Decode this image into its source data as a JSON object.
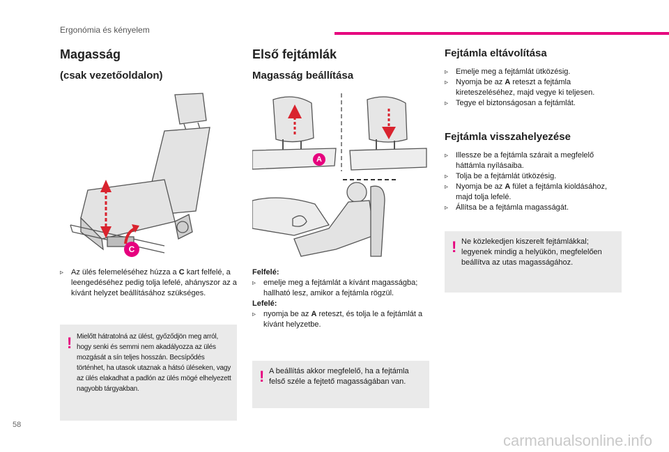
{
  "header": {
    "section": "Ergonómia és kényelem"
  },
  "page_number": "58",
  "watermark": "carmanualsonline.info",
  "col1": {
    "title": "Magasság",
    "subtitle": "(csak vezetőoldalon)",
    "label_c": "C",
    "bullet": [
      "Az ülés felemeléséhez húzza a ",
      "C",
      " kart felfelé, a leengedéséhez pedig tolja lefelé, ahányszor az a kívánt helyzet beállításához szükséges."
    ],
    "warning": "Mielőtt hátratolná az ülést, győződjön meg arról, hogy senki és semmi nem akadályozza az ülés mozgását a sín teljes hosszán. Becsípődés történhet, ha utasok utaznak a hátsó üléseken, vagy az ülés elakadhat a padlón az ülés mögé elhelyezett nagyobb tárgyakban."
  },
  "col2": {
    "title": "Első fejtámlák",
    "subtitle": "Magasság beállítása",
    "label_a": "A",
    "up_label": "Felfelé:",
    "up_bullet": "emelje meg a fejtámlát a kívánt magasságba; hallható lesz, amikor a fejtámla rögzül.",
    "down_label": "Lefelé:",
    "down_bullet": [
      "nyomja be az ",
      "A",
      " reteszt, és tolja le a fejtámlát a kívánt helyzetbe."
    ],
    "warning": "A beállítás akkor megfelelő, ha a fejtámla felső széle a fejtető magasságában van."
  },
  "col3": {
    "title1": "Fejtámla eltávolítása",
    "list1": [
      [
        "Emelje meg a fejtámlát ütközésig."
      ],
      [
        "Nyomja be az ",
        "A",
        " reteszt a fejtámla kireteszeléséhez, majd vegye ki teljesen."
      ],
      [
        "Tegye el biztonságosan a fejtámlát."
      ]
    ],
    "title2": "Fejtámla visszahelyezése",
    "list2": [
      [
        "Illessze be a fejtámla szárait a megfelelő háttámla nyílásaiba."
      ],
      [
        "Tolja be a fejtámlát ütközésig."
      ],
      [
        "Nyomja be az ",
        "A",
        " fület a fejtámla kioldásához, majd tolja lefelé."
      ],
      [
        "Állítsa be a fejtámla magasságát."
      ]
    ],
    "warning": "Ne közlekedjen kiszerelt fejtámlákkal; legyenek mindig a helyükön, megfelelően beállítva az utas magasságához."
  },
  "colors": {
    "accent": "#e6007e",
    "arrow_red": "#d9232e",
    "warn_bg": "#eaeaea"
  }
}
